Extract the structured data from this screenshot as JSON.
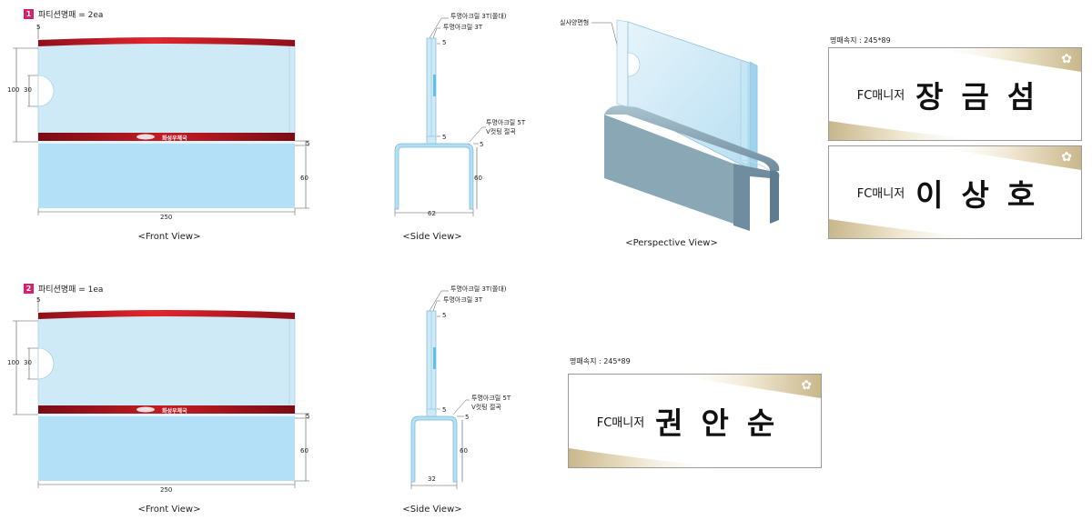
{
  "sections": [
    {
      "number": "1",
      "title": "파티션명패 = 2ea"
    },
    {
      "number": "2",
      "title": "파티션명패 = 1ea"
    }
  ],
  "brand_text": "화성우체국",
  "captions": {
    "front": "<Front View>",
    "side": "<Side View>",
    "perspective": "<Perspective View>"
  },
  "dimensions": {
    "top_margin": "5",
    "total_height": "100",
    "hole": "30",
    "bottom_gap": "5",
    "base_height": "60",
    "width": "250",
    "side_top": "5",
    "side_mid": "5",
    "side_gap": "5",
    "side_height": "60",
    "base_width_1": "62",
    "base_width_2": "32"
  },
  "notes": {
    "acrylic_top": "투명아크릴 3T(쫄대)",
    "acrylic_plate": "투명아크릴 3T",
    "acrylic_base_1": "투명아크릴 5T",
    "acrylic_base_2": "V컷팅 절곡",
    "actual_size": "실사양면형"
  },
  "size_label": "명패속지 : 245*89",
  "nameplates": [
    {
      "role": "FC매니저",
      "name": "장금섬"
    },
    {
      "role": "FC매니저",
      "name": "이상호"
    },
    {
      "role": "FC매니저",
      "name": "권안순"
    }
  ],
  "colors": {
    "badge": "#d4206e",
    "acrylic": "#cde9f6",
    "base": "#b3e0f6",
    "banner": "#a3121d",
    "stand": "#6f8d9e",
    "gold": "#d9cba7"
  }
}
